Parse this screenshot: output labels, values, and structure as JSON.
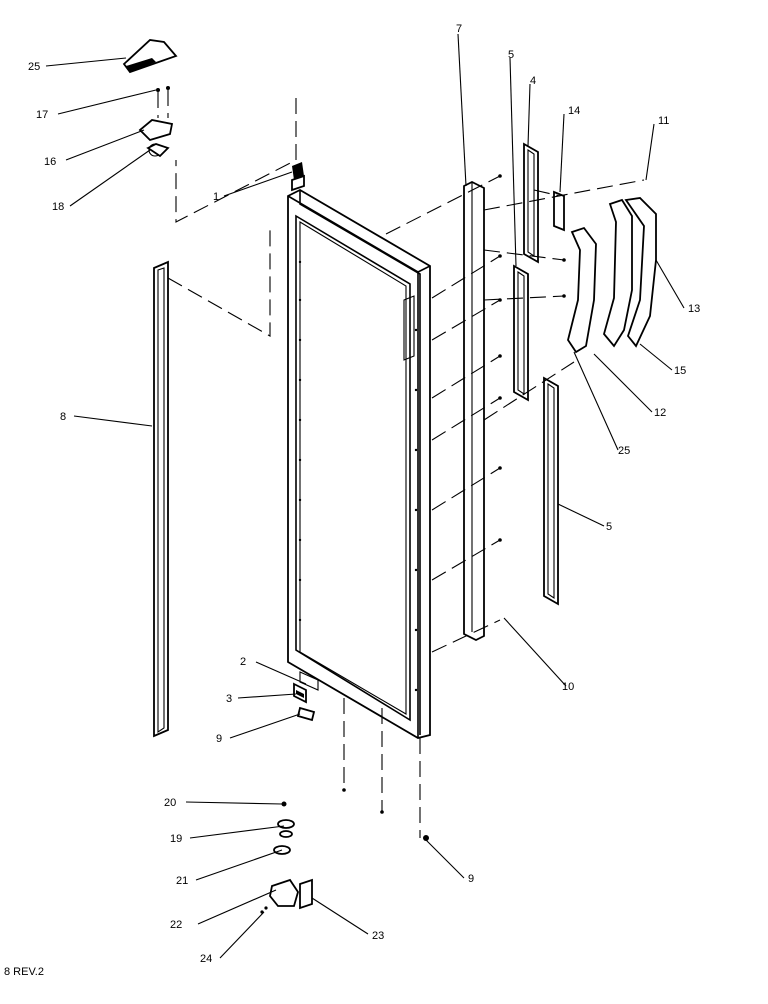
{
  "footer": {
    "revision": "8 REV.2"
  },
  "callouts": {
    "c1": "1",
    "c2": "2",
    "c3": "3",
    "c4": "4",
    "c5a": "5",
    "c5b": "5",
    "c7": "7",
    "c8": "8",
    "c9a": "9",
    "c9b": "9",
    "c10": "10",
    "c11": "11",
    "c12": "12",
    "c13": "13",
    "c14": "14",
    "c15": "15",
    "c16": "16",
    "c17": "17",
    "c18": "18",
    "c19": "19",
    "c20": "20",
    "c21": "21",
    "c22": "22",
    "c23": "23",
    "c24": "24",
    "c25a": "25",
    "c25b": "25"
  }
}
